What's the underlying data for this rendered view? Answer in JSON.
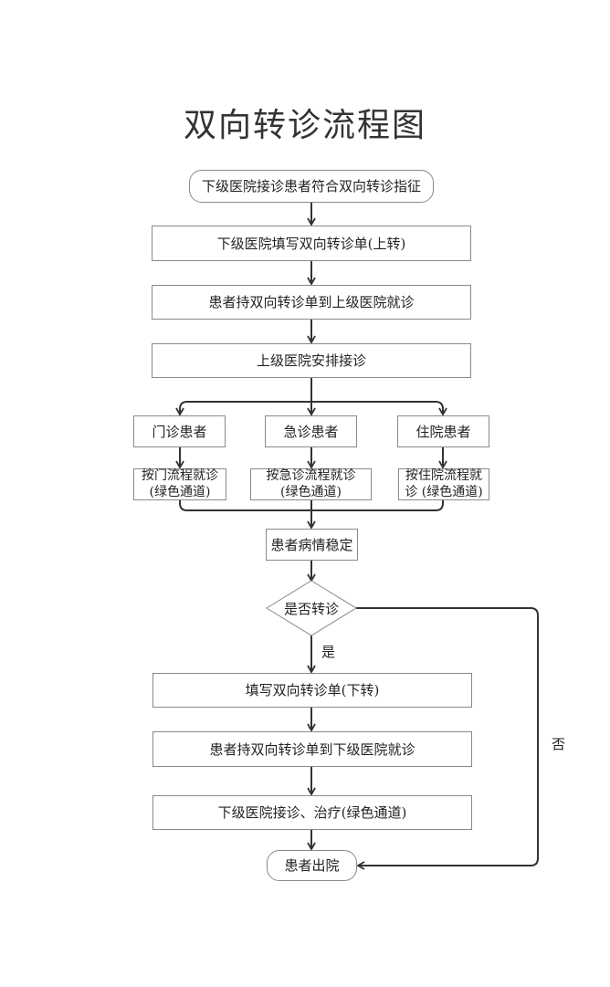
{
  "title": "双向转诊流程图",
  "nodes": {
    "start": "下级医院接诊患者符合双向转诊指征",
    "fill_up": "下级医院填写双向转诊单(上转)",
    "to_upper": "患者持双向转诊单到上级医院就诊",
    "arrange": "上级医院安排接诊",
    "outpatient": "门诊患者",
    "emergency": "急诊患者",
    "inpatient": "住院患者",
    "outpatient_flow": "按门流程就诊\n(绿色通道)",
    "emergency_flow": "按急诊流程就诊\n(绿色通道)",
    "inpatient_flow": "按住院流程就\n诊 (绿色通道)",
    "stable": "患者病情稳定",
    "decision": "是否转诊",
    "fill_down": "填写双向转诊单(下转)",
    "to_lower": "患者持双向转诊单到下级医院就诊",
    "lower_treat": "下级医院接诊、治疗(绿色通道)",
    "discharge": "患者出院"
  },
  "edge_labels": {
    "yes": "是",
    "no": "否"
  }
}
